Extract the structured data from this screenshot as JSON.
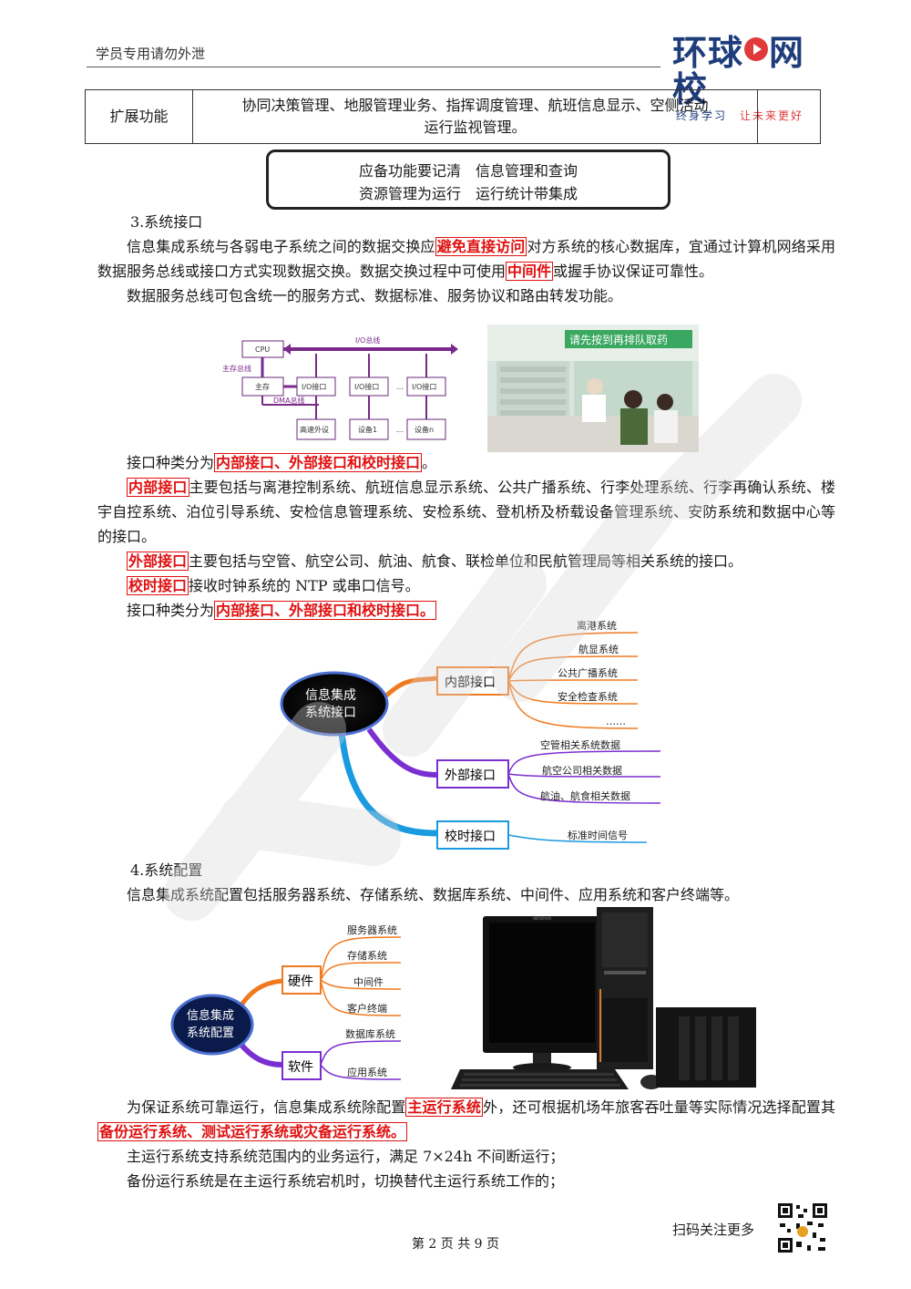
{
  "header": {
    "left_text": "学员专用请勿外泄",
    "logo_main_a": "环球",
    "logo_main_b": "网校",
    "logo_sub_a": "终身学习",
    "logo_sub_b": "让未来更好"
  },
  "ext_table": {
    "label": "扩展功能",
    "content_line1": "协同决策管理、地服管理业务、指挥调度管理、航班信息显示、空侧活动",
    "content_line2": "运行监视管理。"
  },
  "note_box": {
    "line1": "应备功能要记清　信息管理和查询",
    "line2": "资源管理为运行　运行统计带集成"
  },
  "section3": {
    "heading": "3.系统接口",
    "p1_a": "信息集成系统与各弱电子系统之间的数据交换应",
    "p1_hl1": "避免直接访问",
    "p1_b": "对方系统的核心数据库，宜通过计算机网络采用数据服务总线或接口方式实现数据交换。数据交换过程中可使用",
    "p1_hl2": "中间件",
    "p1_c": "或握手协议保证可靠性。",
    "p2": "数据服务总线可包含统一的服务方式、数据标准、服务协议和路由转发功能。",
    "p3_a": "接口种类分为",
    "p3_hl": "内部接口、外部接口和校时接口",
    "p3_b": "。",
    "p4_hl": "内部接口",
    "p4_text": "主要包括与离港控制系统、航班信息显示系统、公共广播系统、行李处理系统、行李再确认系统、楼宇自控系统、泊位引导系统、安检信息管理系统、安检系统、登机桥及桥载设备管理系统、安防系统和数据中心等的接口。",
    "p5_hl": "外部接口",
    "p5_text": "主要包括与空管、航空公司、航油、航食、联检单位和民航管理局等相关系统的接口。",
    "p6_hl": "校时接口",
    "p6_text": "接收时钟系统的 NTP 或串口信号。",
    "p7_a": "接口种类分为",
    "p7_hl": "内部接口、外部接口和校时接口。"
  },
  "bus_diagram": {
    "cpu": "CPU",
    "io_bus": "I/O总线",
    "main_bus": "主存总线",
    "memory": "主存",
    "dma_bus": "DMA总线",
    "io1": "I/O接口",
    "io2": "I/O接口",
    "io3": "I/O接口",
    "ellipsis": "…",
    "dev1": "高速外设",
    "dev2": "设备1",
    "dev3": "设备n"
  },
  "photo_sign": "请先按到再排队取药",
  "mindmap1": {
    "center_line1": "信息集成",
    "center_line2": "系统接口",
    "internal": "内部接口",
    "external": "外部接口",
    "timing": "校时接口",
    "internal_items": [
      "离港系统",
      "航显系统",
      "公共广播系统",
      "安全检查系统",
      "……"
    ],
    "external_items": [
      "空管相关系统数据",
      "航空公司相关数据",
      "航油、航食相关数据"
    ],
    "timing_items": [
      "标准时间信号"
    ]
  },
  "section4": {
    "heading": "4.系统配置",
    "p1": "信息集成系统配置包括服务器系统、存储系统、数据库系统、中间件、应用系统和客户终端等。",
    "p2_a": "为保证系统可靠运行，信息集成系统除配置",
    "p2_hl1": "主运行系统",
    "p2_b": "外，还可根据机场年旅客吞吐量等实际情况选择配置其",
    "p2_hl2": "备份运行系统、测试运行系统或灾备运行系统。",
    "p3": "主运行系统支持系统范围内的业务运行，满足 7×24h 不间断运行；",
    "p4": "备份运行系统是在主运行系统宕机时，切换替代主运行系统工作的；"
  },
  "mindmap2": {
    "center_line1": "信息集成",
    "center_line2": "系统配置",
    "hardware": "硬件",
    "software": "软件",
    "hardware_items": [
      "服务器系统",
      "存储系统",
      "中间件",
      "客户终端"
    ],
    "software_items": [
      "数据库系统",
      "应用系统"
    ]
  },
  "computer_brand": "lenovo",
  "footer": {
    "page_text": "第 2 页 共 9 页",
    "scan_text": "扫码关注更多"
  },
  "colors": {
    "highlight_red": "#e01010",
    "orange_branch": "#f07a20",
    "purple_branch": "#7a2fd0",
    "blue_branch": "#1a9ae0",
    "logo_blue": "#1f3d7a"
  }
}
